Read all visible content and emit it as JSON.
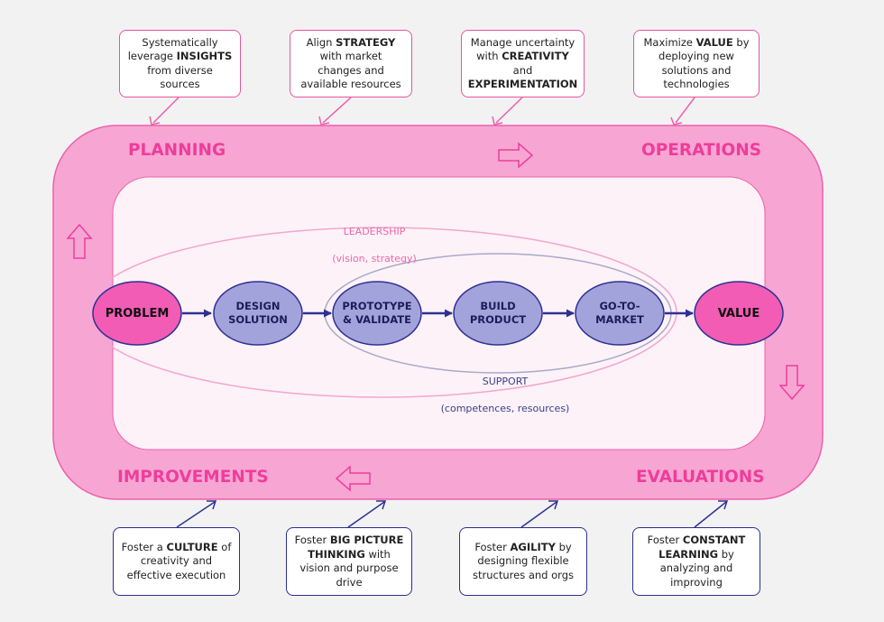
{
  "top_boxes": [
    {
      "pre": "Systematically leverage",
      "bold": "INSIGHTS",
      "post": "from diverse sources"
    },
    {
      "pre": "Align",
      "bold": "STRATEGY",
      "post": "with market changes and available resources"
    },
    {
      "pre": "Manage uncertainty with",
      "bold": "CREATIVITY",
      "mid": "and",
      "bold2": "EXPERIMENTATION"
    },
    {
      "pre": "Maximize",
      "bold": "VALUE",
      "post": "by deploying new solutions  and  technologies"
    }
  ],
  "bottom_boxes": [
    {
      "pre": "Foster a",
      "bold": "CULTURE",
      "post": " of creativity and effective execution"
    },
    {
      "pre": "Foster",
      "bold": "BIG PICTURE THINKING",
      "post": "with vision and purpose drive"
    },
    {
      "pre": "Foster",
      "bold": "AGILITY",
      "post": "by designing flexible structures and orgs"
    },
    {
      "pre": "Foster",
      "bold": "CONSTANT LEARNING",
      "post": "by analyzing and improving"
    }
  ],
  "phases": {
    "planning": "PLANNING",
    "operations": "OPERATIONS",
    "improvements": "IMPROVEMENTS",
    "evaluations": "EVALUATIONS"
  },
  "process_nodes": [
    {
      "label": "PROBLEM"
    },
    {
      "label": "DESIGN\nSOLUTION"
    },
    {
      "label": "PROTOTYPE\n& VALIDATE"
    },
    {
      "label": "BUILD\nPRODUCT"
    },
    {
      "label": "GO-TO-\nMARKET"
    },
    {
      "label": "VALUE"
    }
  ],
  "leadership": {
    "title": "LEADERSHIP",
    "subtitle": "(vision, strategy)"
  },
  "support": {
    "title": "SUPPORT",
    "subtitle": "(competences, resources)"
  },
  "colors": {
    "outer_ring": "#f7a6d3",
    "outer_ring_stroke": "#ee5fa9",
    "inner_panel": "#fdf2f8",
    "accent_pink": "#ee3d9b",
    "node_blue": "#a3a3dc",
    "node_pink": "#f25cb4",
    "arrow_blue": "#2e3192"
  }
}
